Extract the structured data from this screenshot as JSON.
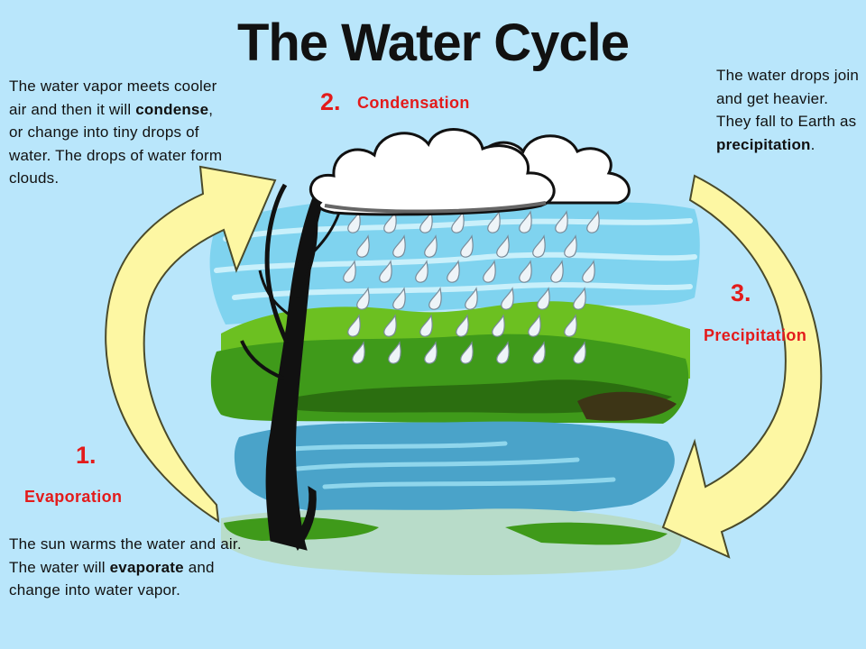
{
  "title": "The Water Cycle",
  "steps": [
    {
      "number": "1.",
      "name": "Evaporation"
    },
    {
      "number": "2.",
      "name": "Condensation"
    },
    {
      "number": "3.",
      "name": "Precipitation"
    }
  ],
  "paragraphs": {
    "condensation": {
      "before": "The water vapor meets cooler air and then it will ",
      "bold": "condense",
      "after": ", or change into tiny drops of water.  The drops of water form clouds."
    },
    "precipitation": {
      "before": "The water drops join and get heavier.  They fall to Earth as ",
      "bold": "precipitation",
      "after": "."
    },
    "evaporation": {
      "before": "The sun warms the water and air.  The water will ",
      "bold": "evaporate",
      "after": " and change into water vapor."
    }
  },
  "colors": {
    "background": "#b9e6fb",
    "step_text": "#e31b1b",
    "arrow_fill": "#fdf7a3",
    "arrow_stroke": "#4a4a2a",
    "sky": "#7fd3ef",
    "grass": "#3f9a1a",
    "grass_light": "#6cc021",
    "water": "#4aa3c9",
    "tree": "#111111",
    "cloud": "#ffffff"
  },
  "icons": [
    "cloud-icon",
    "raindrop-icon",
    "tree-icon",
    "cycle-arrow-icon"
  ]
}
